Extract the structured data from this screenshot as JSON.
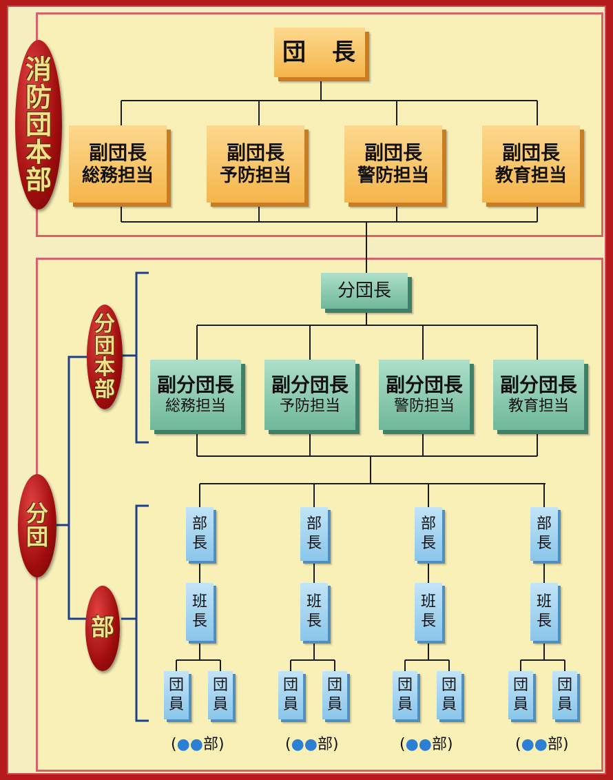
{
  "hq": {
    "label": "消防団本部",
    "chief": "団　長",
    "deputies": [
      {
        "title": "副団長",
        "duty": "総務担当"
      },
      {
        "title": "副団長",
        "duty": "予防担当"
      },
      {
        "title": "副団長",
        "duty": "警防担当"
      },
      {
        "title": "副団長",
        "duty": "教育担当"
      }
    ]
  },
  "branch_hq": {
    "label": "分団本部",
    "chief": "分団長",
    "deputies": [
      {
        "title": "副分団長",
        "duty": "総務担当"
      },
      {
        "title": "副分団長",
        "duty": "予防担当"
      },
      {
        "title": "副分団長",
        "duty": "警防担当"
      },
      {
        "title": "副分団長",
        "duty": "教育担当"
      }
    ]
  },
  "branch": {
    "label": "分団"
  },
  "section": {
    "label": "部",
    "units": [
      {
        "head": "部長",
        "leader": "班長",
        "members": [
          "団員",
          "団員"
        ],
        "dept_prefix": "(",
        "dept_dots": "●●",
        "dept_suffix": "部)"
      },
      {
        "head": "部長",
        "leader": "班長",
        "members": [
          "団員",
          "団員"
        ],
        "dept_prefix": "(",
        "dept_dots": "●●",
        "dept_suffix": "部)"
      },
      {
        "head": "部長",
        "leader": "班長",
        "members": [
          "団員",
          "団員"
        ],
        "dept_prefix": "(",
        "dept_dots": "●●",
        "dept_suffix": "部)"
      },
      {
        "head": "部長",
        "leader": "班長",
        "members": [
          "団員",
          "団員"
        ],
        "dept_prefix": "(",
        "dept_dots": "●●",
        "dept_suffix": "部)"
      }
    ]
  },
  "colors": {
    "frame": "#b51b1b",
    "panel_border": "#d8616a",
    "orange_box": "#f5b54c",
    "green_box": "#6fb89a",
    "blue_box": "#8ac6ea",
    "line": "#1a1a1a",
    "bracket": "#1c3f8c",
    "dept_dot": "#2b7fd4"
  }
}
